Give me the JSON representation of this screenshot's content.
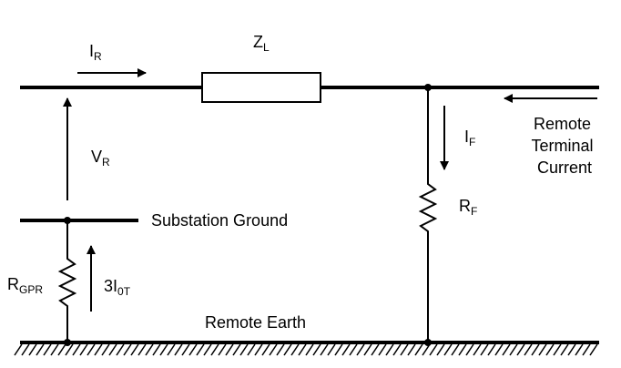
{
  "labels": {
    "i_r": {
      "main": "I",
      "sub": "R"
    },
    "z_l": {
      "main": "Z",
      "sub": "L"
    },
    "v_r": {
      "main": "V",
      "sub": "R"
    },
    "i_f": {
      "main": "I",
      "sub": "F"
    },
    "r_f": {
      "main": "R",
      "sub": "F"
    },
    "r_gpr": {
      "main": "R",
      "sub": "GPR"
    },
    "i_0t": {
      "main": "3I",
      "sub": "0T"
    },
    "substation_ground": "Substation Ground",
    "remote_earth": "Remote Earth",
    "remote_terminal_current": [
      "Remote",
      "Terminal",
      "Current"
    ]
  }
}
